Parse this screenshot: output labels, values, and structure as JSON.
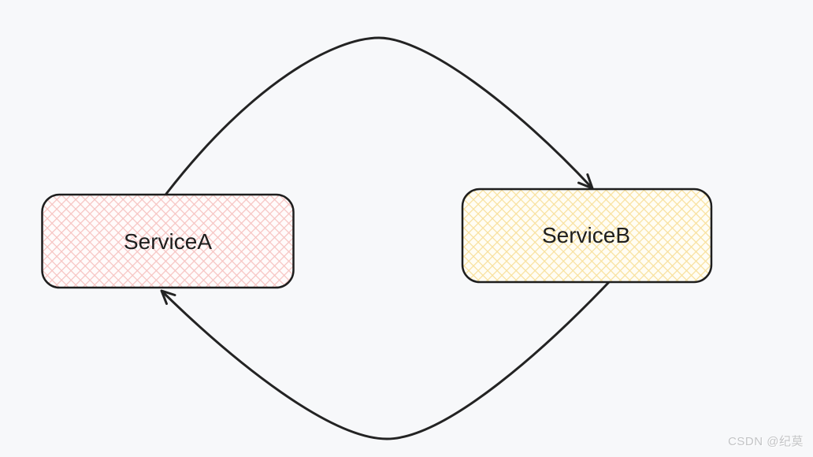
{
  "diagram": {
    "type": "flow-cycle",
    "background_color": "#f7f8fa",
    "stroke_color": "#232323",
    "nodes": [
      {
        "id": "service-a",
        "label": "ServiceA",
        "fill_style": "cross-hatch",
        "hatch_color": "#f6c3c1",
        "base_color": "#fffbfb",
        "border_color": "#1e1e1e"
      },
      {
        "id": "service-b",
        "label": "ServiceB",
        "fill_style": "cross-hatch",
        "hatch_color": "#f8e09c",
        "base_color": "#fffdf4",
        "border_color": "#1e1e1e"
      }
    ],
    "edges": [
      {
        "from": "ServiceA",
        "to": "ServiceB",
        "route": "arc-over-top",
        "arrowhead": "open"
      },
      {
        "from": "ServiceB",
        "to": "ServiceA",
        "route": "arc-under-bottom",
        "arrowhead": "open"
      }
    ]
  },
  "watermark": {
    "text": "CSDN @纪莫",
    "color": "#c3c4c6"
  }
}
